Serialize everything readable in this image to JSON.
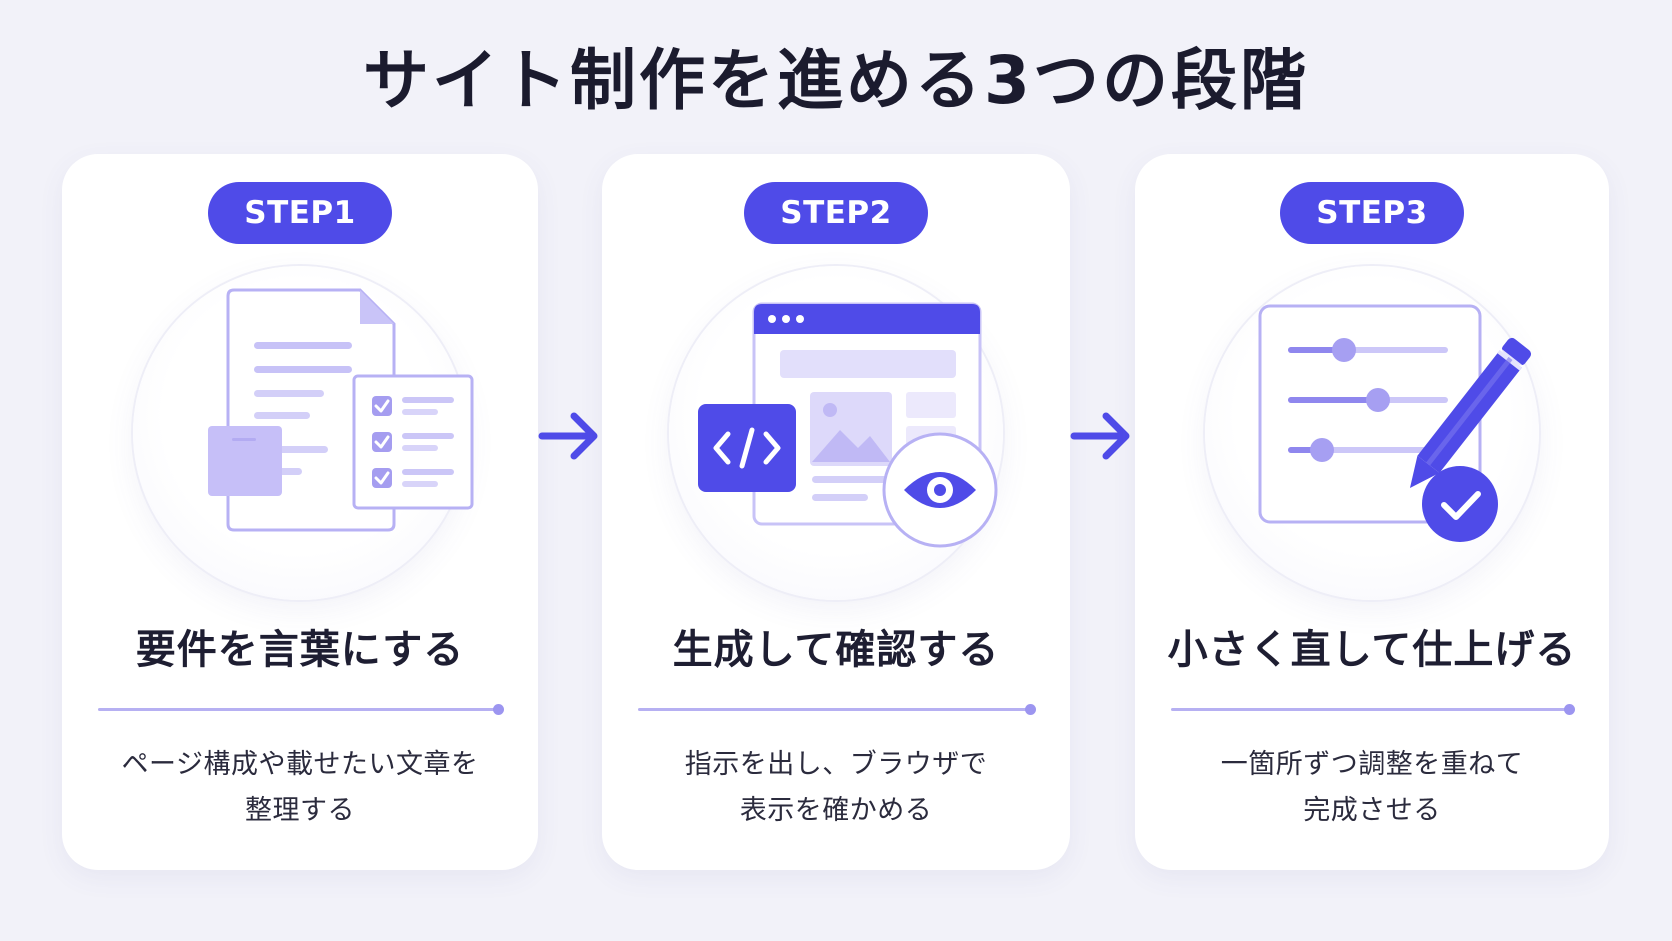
{
  "title": "サイト制作を進める3つの段階",
  "colors": {
    "accent": "#4f4be8",
    "accent_light": "#a9a3f3",
    "accent_pale": "#e7e5fb",
    "background": "#f2f2f9",
    "card": "#ffffff"
  },
  "steps": [
    {
      "badge": "STEP1",
      "icon": "document-checklist-icon",
      "heading": "要件を言葉にする",
      "desc_line1": "ページ構成や載せたい文章を",
      "desc_line2": "整理する"
    },
    {
      "badge": "STEP2",
      "icon": "browser-code-eye-icon",
      "heading": "生成して確認する",
      "desc_line1": "指示を出し、ブラウザで",
      "desc_line2": "表示を確かめる"
    },
    {
      "badge": "STEP3",
      "icon": "sliders-pencil-check-icon",
      "heading": "小さく直して仕上げる",
      "desc_line1": "一箇所ずつ調整を重ねて",
      "desc_line2": "完成させる"
    }
  ],
  "arrows": [
    "arrow-right-icon",
    "arrow-right-icon"
  ]
}
